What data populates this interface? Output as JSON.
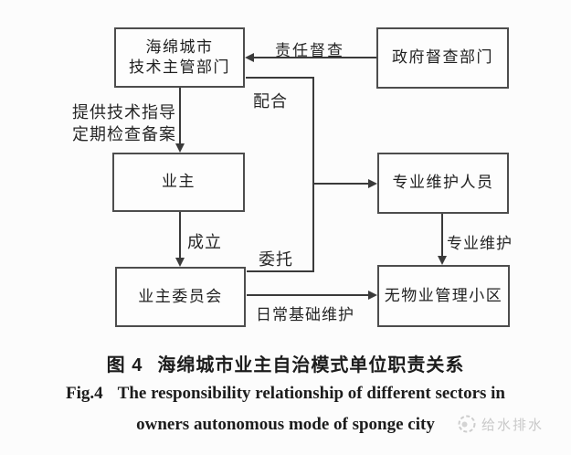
{
  "colors": {
    "background": "#fcfcfc",
    "box_border": "#4d4d4d",
    "line": "#3a3a3a",
    "text": "#1f1f1f",
    "watermark": "#c9c9c9"
  },
  "diagram": {
    "boxes": {
      "tech_dept": {
        "line1": "海绵城市",
        "line2": "技术主管部门"
      },
      "gov_dept": {
        "label": "政府督查部门"
      },
      "owner": {
        "label": "业主"
      },
      "pro_maintainer": {
        "label": "专业维护人员"
      },
      "owners_committee": {
        "label": "业主委员会"
      },
      "no_property_community": {
        "label": "无物业管理小区"
      }
    },
    "labels": {
      "duty_supervision": "责任督查",
      "cooperate": "配合",
      "tech_guidance_line1": "提供技术指导",
      "tech_guidance_line2": "定期检查备案",
      "establish": "成立",
      "entrust": "委托",
      "pro_maintenance": "专业维护",
      "daily_maintenance": "日常基础维护"
    }
  },
  "caption": {
    "zh_fig": "图 4",
    "zh_title": "海绵城市业主自治模式单位职责关系",
    "en_fig": "Fig.4",
    "en_line1": "The responsibility relationship of different sectors in",
    "en_line2": "owners autonomous mode of sponge city"
  },
  "watermark": {
    "name": "给水排水"
  }
}
